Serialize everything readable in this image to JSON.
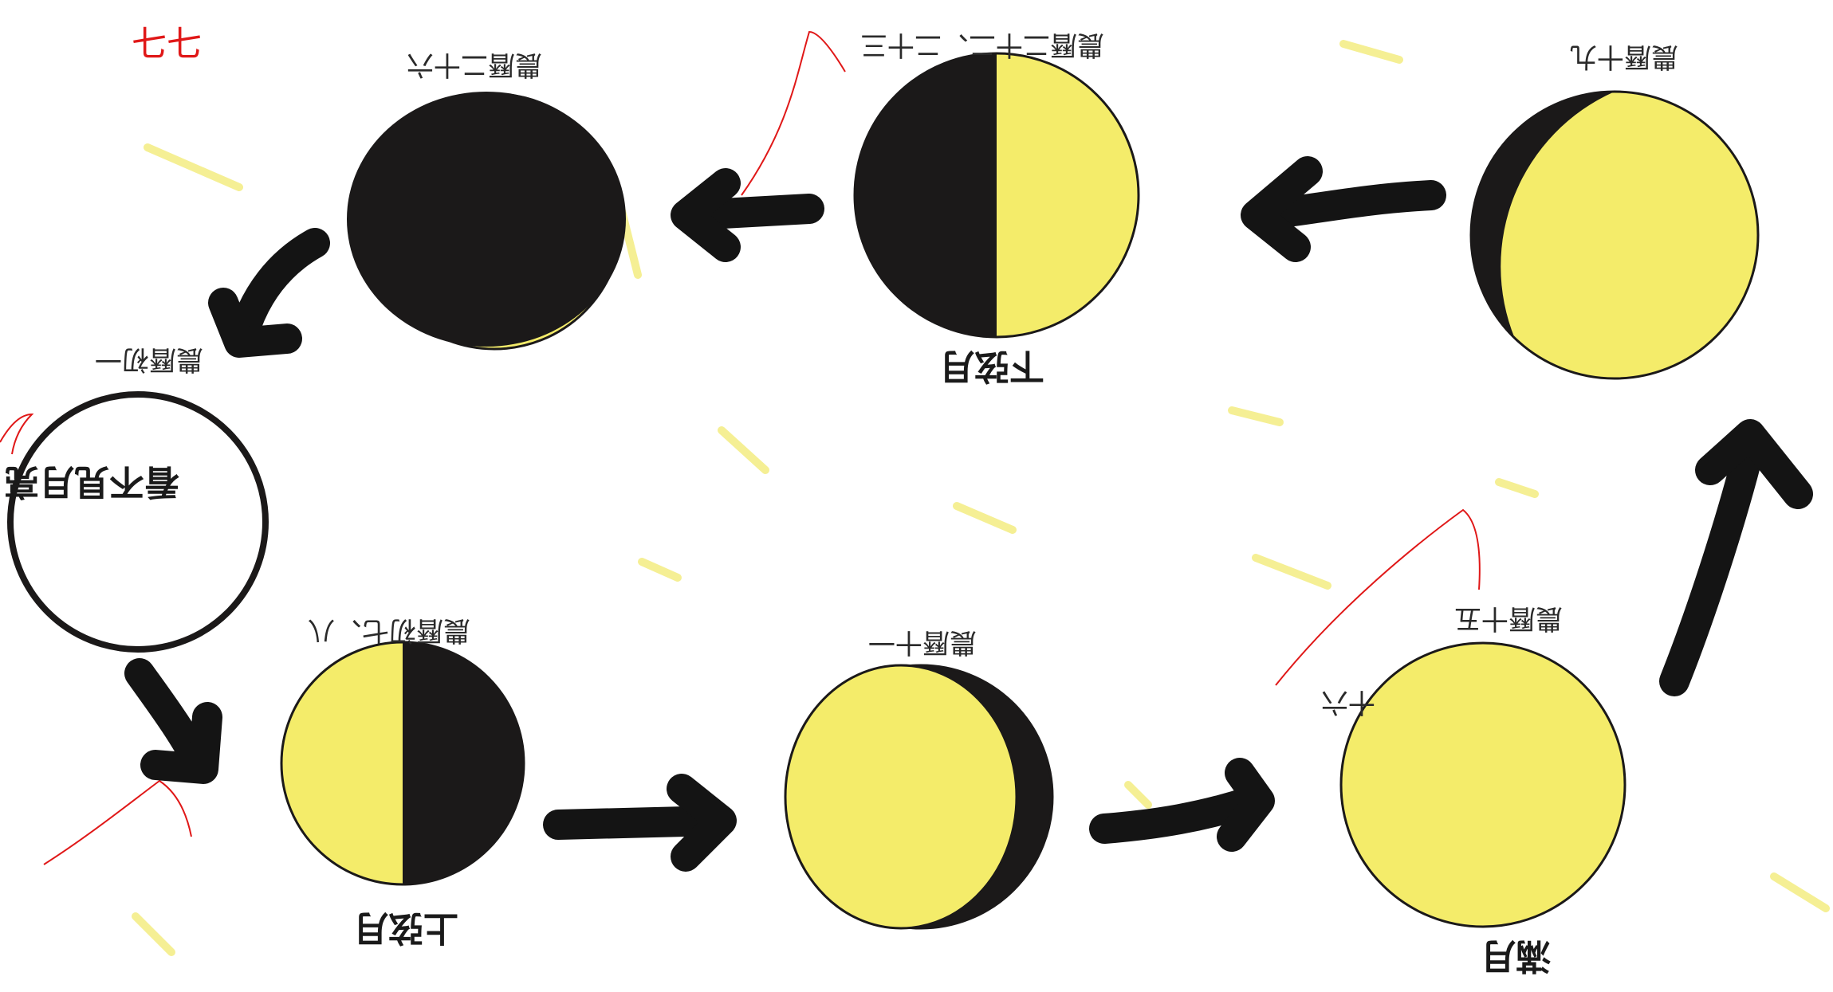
{
  "corner_mark": "七七",
  "center_label": "看不見月亮",
  "phases": {
    "new_moon_day": "農曆初一",
    "first_quarter_day": "農曆初七、八",
    "first_quarter_name": "上弦月",
    "day_eleven": "農曆十一",
    "full_moon_day": "農曆十五",
    "full_moon_name": "滿月",
    "full_moon_note": "十六",
    "day_nineteen": "農曆十九",
    "last_quarter_day": "農曆二十二、二十三",
    "last_quarter_name": "下弦月",
    "day_twenty_six": "農曆二十六"
  },
  "colors": {
    "moon_light": "#f4ec6a",
    "moon_dark": "#1b1919",
    "arrow": "#141414",
    "paper": "#ffffff",
    "red_pen": "#e01818"
  }
}
